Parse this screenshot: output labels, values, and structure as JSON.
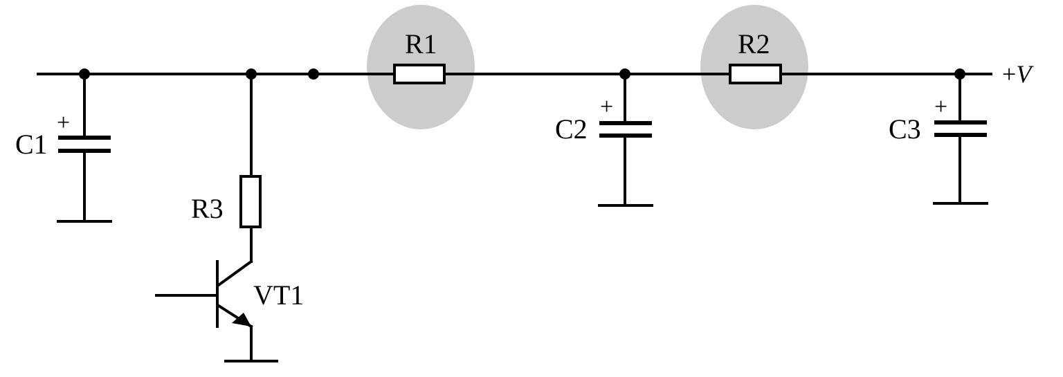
{
  "labels": {
    "c1": "C1",
    "c2": "C2",
    "c3": "C3",
    "r1": "R1",
    "r2": "R2",
    "r3": "R3",
    "vt1": "VT1",
    "plus": "+",
    "supply_sign": "+",
    "supply_var": "V"
  },
  "colors": {
    "line": "#000000",
    "highlight": "#cccccc",
    "background": "#ffffff"
  }
}
